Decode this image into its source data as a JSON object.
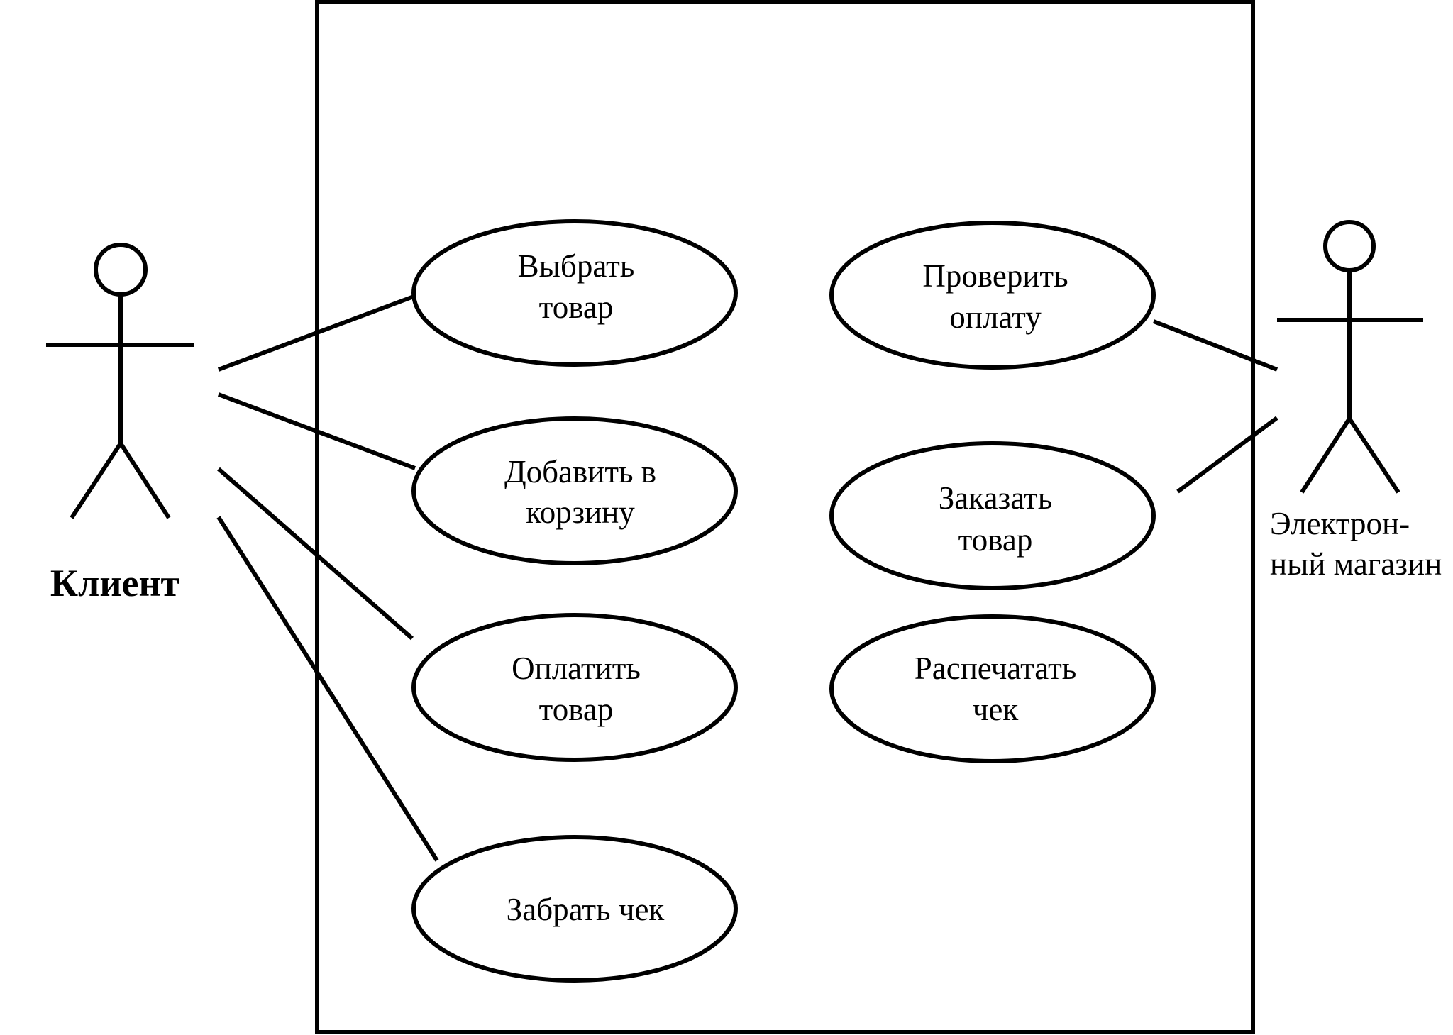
{
  "diagram_type": "use-case",
  "actors": {
    "client": {
      "name": "Клиент"
    },
    "shop": {
      "name_line1": "Электрон-",
      "name_line2": "ный магазин"
    }
  },
  "use_cases": {
    "select_product": {
      "line1": "Выбрать",
      "line2": "товар"
    },
    "add_to_cart": {
      "line1": "Добавить в",
      "line2": "корзину"
    },
    "pay_product": {
      "line1": "Оплатить",
      "line2": "товар"
    },
    "take_receipt": {
      "line1": "Забрать чек"
    },
    "check_payment": {
      "line1": "Проверить",
      "line2": "оплату"
    },
    "order_product": {
      "line1": "Заказать",
      "line2": "товар"
    },
    "print_receipt": {
      "line1": "Распечатать",
      "line2": "чек"
    }
  },
  "associations": [
    {
      "from": "Клиент",
      "to": "Выбрать товар"
    },
    {
      "from": "Клиент",
      "to": "Добавить в корзину"
    },
    {
      "from": "Клиент",
      "to": "Оплатить товар"
    },
    {
      "from": "Клиент",
      "to": "Забрать чек"
    },
    {
      "from": "Электронный магазин",
      "to": "Проверить оплату"
    },
    {
      "from": "Электронный магазин",
      "to": "Заказать товар"
    }
  ]
}
